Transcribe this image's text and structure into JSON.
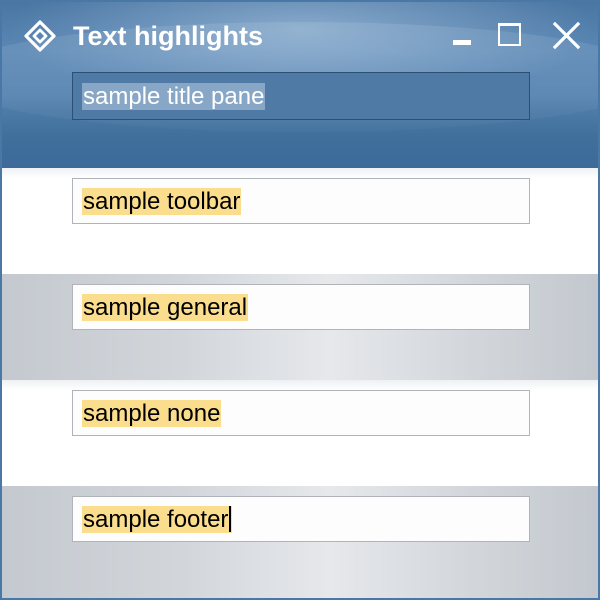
{
  "window": {
    "title": "Text highlights",
    "icon": "diamond-app-icon",
    "controls": {
      "minimize": "minimize-icon",
      "maximize": "maximize-icon",
      "close": "close-icon"
    }
  },
  "fields": [
    {
      "name": "title-pane-field",
      "value": "sample title pane",
      "highlight": "#88a7c7"
    },
    {
      "name": "toolbar-field",
      "value": "sample toolbar",
      "highlight": "#fbdd8e"
    },
    {
      "name": "general-field",
      "value": "sample general",
      "highlight": "#fbdd8e"
    },
    {
      "name": "none-field",
      "value": "sample none",
      "highlight": "#fbdd8e"
    },
    {
      "name": "footer-field",
      "value": "sample footer",
      "highlight": "#fbdd8e",
      "focused": true
    }
  ],
  "colors": {
    "title_bar": "#4f7aa6",
    "text_highlight": "#fbdd8e",
    "band_grey": "#d2d6db"
  }
}
